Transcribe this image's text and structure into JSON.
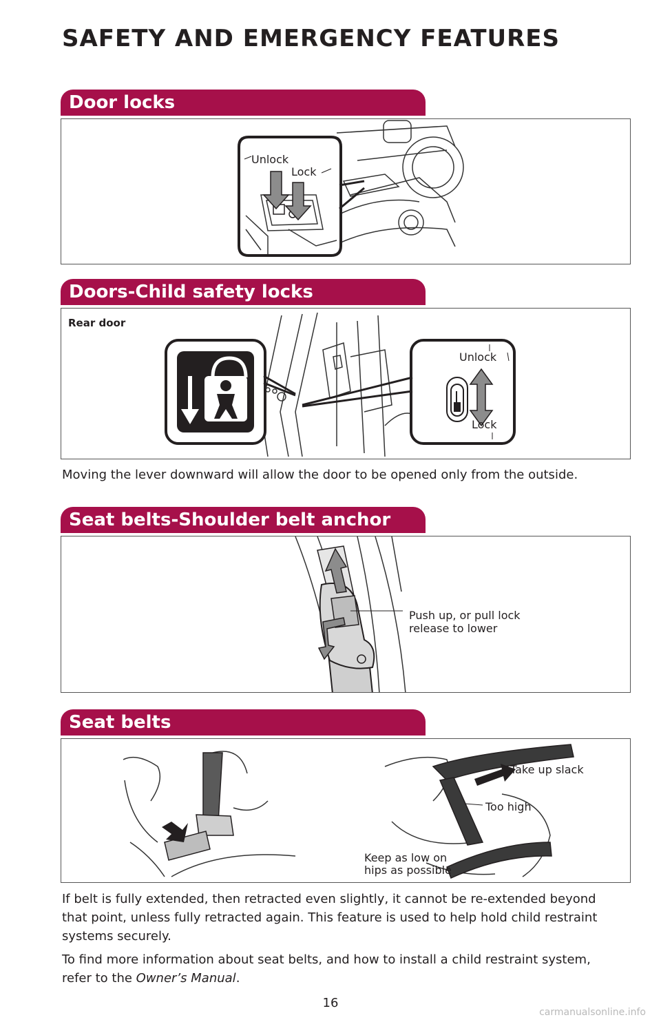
{
  "page": {
    "title": "SAFETY AND EMERGENCY FEATURES",
    "page_number": "16",
    "watermark": "carmanualsonline.info"
  },
  "sections": {
    "door_locks": {
      "heading": "Door locks",
      "unlock_label": "Unlock",
      "lock_label": "Lock"
    },
    "child_locks": {
      "heading": "Doors-Child safety locks",
      "sub_label": "Rear door",
      "unlock_label": "Unlock",
      "lock_label": "Lock",
      "description": "Moving the lever downward will allow the door to be opened only from the outside."
    },
    "shoulder_anchor": {
      "heading": "Seat belts-Shoulder belt anchor",
      "callout_line1": "Push up, or pull lock",
      "callout_line2": "release to lower"
    },
    "seat_belts": {
      "heading": "Seat belts",
      "take_up_slack": "Take up slack",
      "too_high": "Too high",
      "keep_low_line1": "Keep as low on",
      "keep_low_line2": "hips as possible",
      "paragraph1": "If belt is fully extended, then retracted even slightly, it cannot be re-extended beyond that point, unless fully retracted again. This feature is used to help hold child restraint systems securely.",
      "paragraph2_prefix": "To find more information about seat belts, and how to install a child restraint system, refer to the ",
      "paragraph2_manual": "Owner’s Manual",
      "paragraph2_suffix": "."
    }
  },
  "colors": {
    "section_tab": "#a6104a",
    "icon_dark": "#231f20",
    "arrow_gray": "#8c8c8c"
  }
}
